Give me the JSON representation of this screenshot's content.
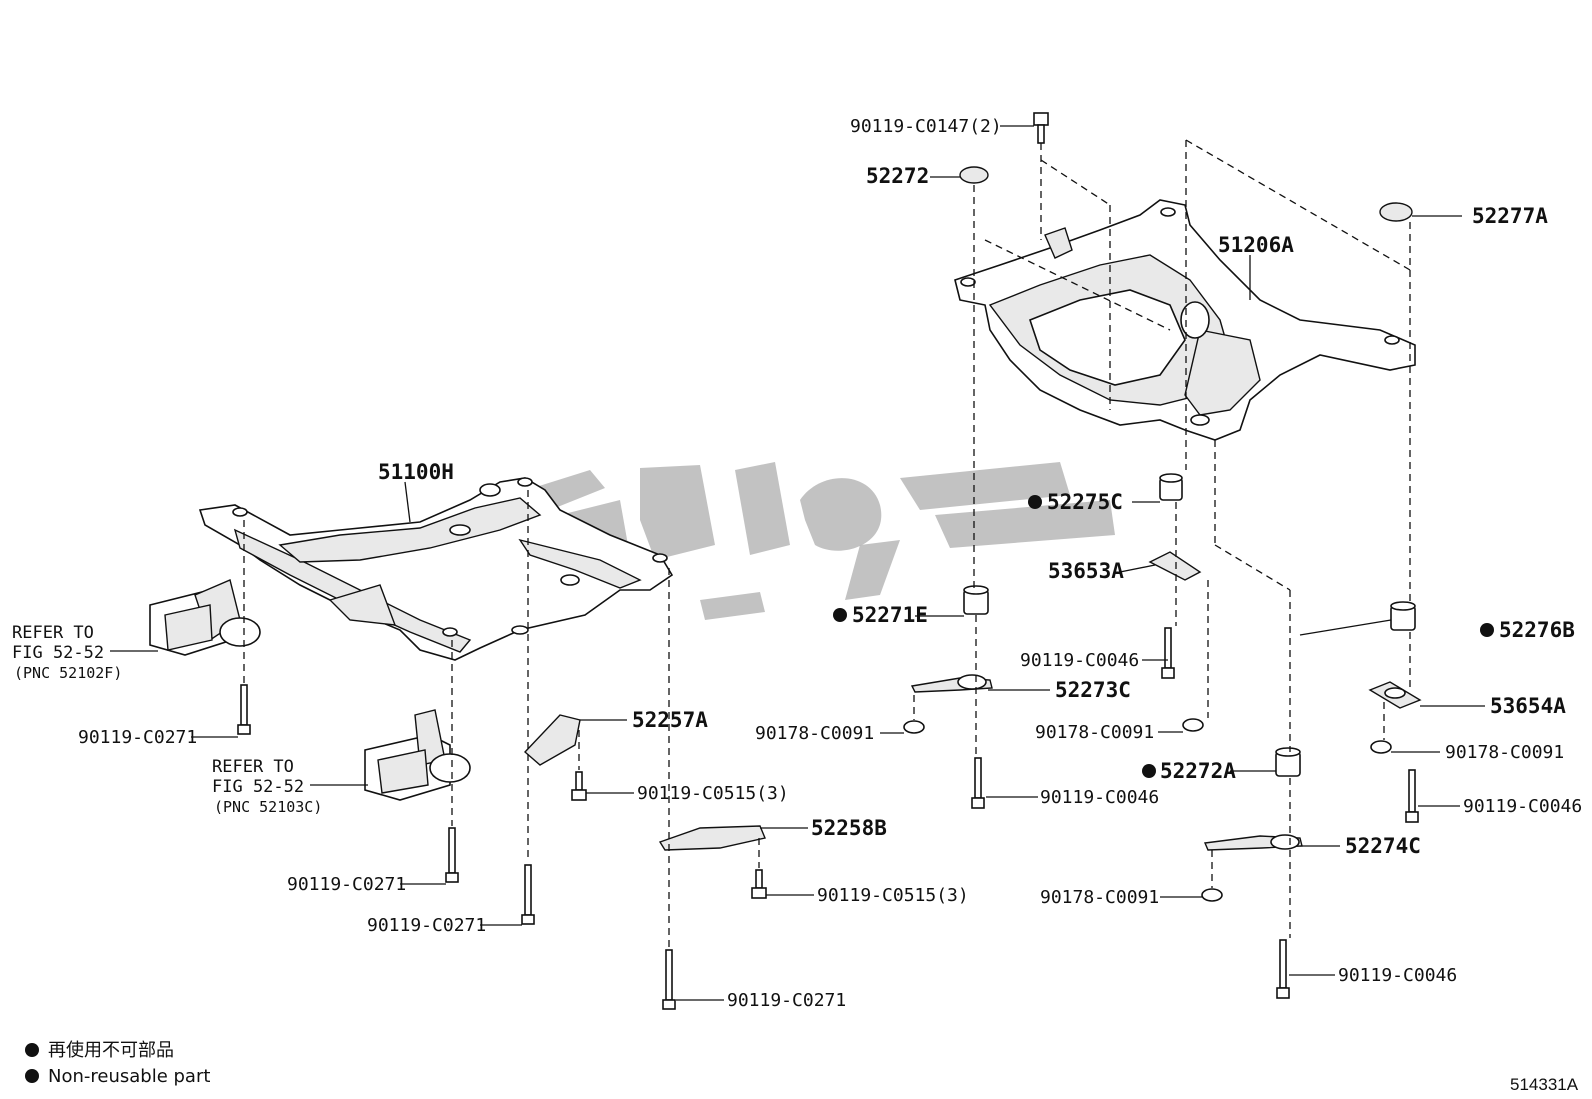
{
  "figure_code": "514331A",
  "legend": {
    "items": [
      {
        "text": "再使用不可部品"
      },
      {
        "text": "Non-reusable part"
      }
    ]
  },
  "refs": [
    {
      "line1": "REFER TO",
      "line2": "FIG 52-52",
      "pnc": "(PNC 52102F)"
    },
    {
      "line1": "REFER TO",
      "line2": "FIG 52-52",
      "pnc": "(PNC 52103C)"
    }
  ],
  "labels": {
    "p51100H": "51100H",
    "p51206A": "51206A",
    "p52272": "52272",
    "p90119_C0147": "90119-C0147(2)",
    "p52277A": "52277A",
    "p52275C": "52275C",
    "p53653A": "53653A",
    "p52271E": "52271E",
    "p90119_C0046_a": "90119-C0046",
    "p52273C": "52273C",
    "p90178_C0091_a": "90178-C0091",
    "p90178_C0091_b": "90178-C0091",
    "p90119_C0046_b": "90119-C0046",
    "p52272A": "52272A",
    "p52276B": "52276B",
    "p53654A": "53654A",
    "p90178_C0091_c": "90178-C0091",
    "p90119_C0046_c": "90119-C0046",
    "p52274C": "52274C",
    "p90178_C0091_d": "90178-C0091",
    "p90119_C0046_d": "90119-C0046",
    "p90119_C0271_a": "90119-C0271",
    "p90119_C0271_b": "90119-C0271",
    "p90119_C0271_c": "90119-C0271",
    "p90119_C0271_d": "90119-C0271",
    "p52257A": "52257A",
    "p90119_C0515_a": "90119-C0515(3)",
    "p52258B": "52258B",
    "p90119_C0515_b": "90119-C0515(3)"
  }
}
